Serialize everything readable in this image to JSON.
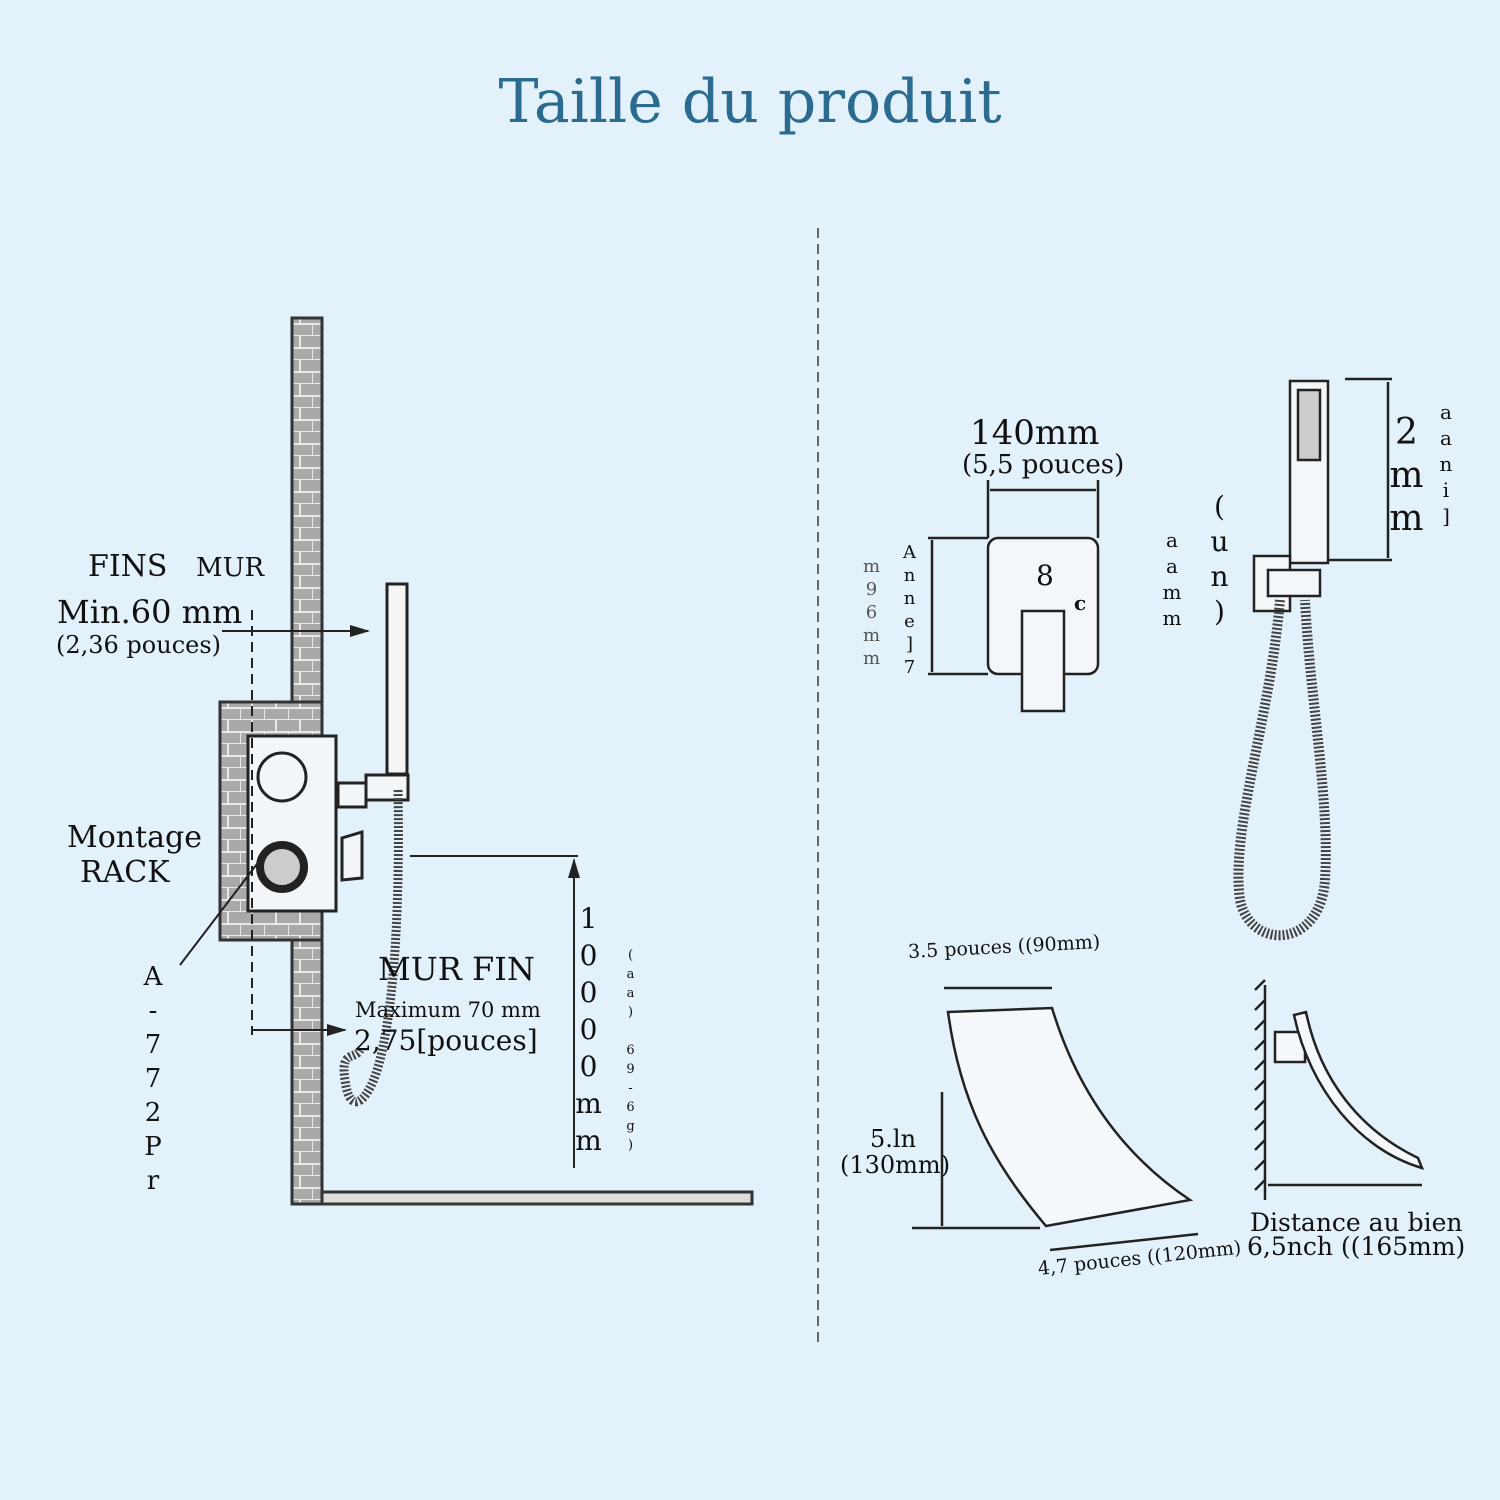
{
  "title": "Taille du produit",
  "left": {
    "fins_label": "FINS",
    "mur_label": "MUR",
    "min_depth": "Min.60 mm",
    "min_depth_inches": "(2,36 pouces)",
    "montage": "Montage",
    "rack": "RACK",
    "part_code": "A-772Pr",
    "finish_wall": "MUR FIN",
    "max_depth": "Maximum 70 mm",
    "max_depth_inches": "2,75[pouces]",
    "height": "10000mm",
    "height_note": "(aa) 69-6g)"
  },
  "right": {
    "plate_width": "140mm",
    "plate_width_inches": "(5,5 pouces)",
    "plate_height": "m96mm",
    "plate_height_note": "Anne]7",
    "plate_num": "8",
    "plate_c": "c",
    "holder_label": "aamm",
    "holder_note": "(un)",
    "handset_len": "2mm",
    "handset_note": "aani]",
    "spout_width": "3.5 pouces ((90mm)",
    "spout_height": "5.ln",
    "spout_height_mm": "(130mm)",
    "spout_depth": "4,7 pouces ((120mm)",
    "distance_label": "Distance au bien",
    "distance_value": "6,5nch ((165mm)"
  }
}
